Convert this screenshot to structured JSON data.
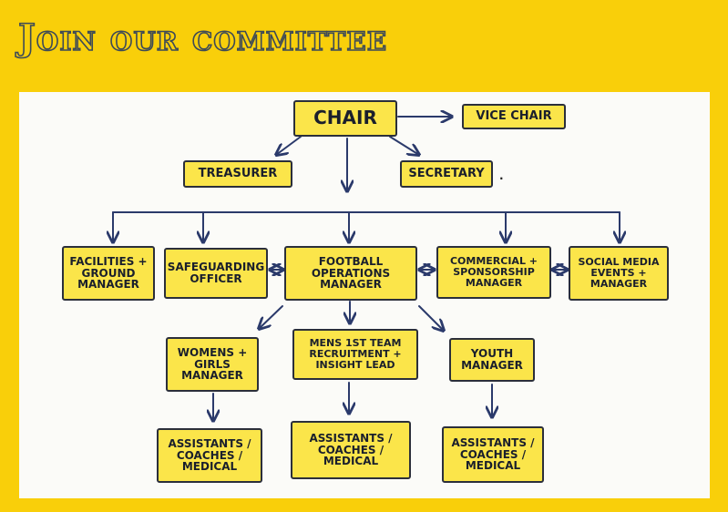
{
  "header": {
    "title": "Join our committee"
  },
  "nodes": {
    "chair": "CHAIR",
    "vice_chair": "VICE CHAIR",
    "treasurer": "TREASURER",
    "secretary": "SECRETARY",
    "facilities": "FACILITIES +\nGROUND\nMANAGER",
    "safeguarding": "SAFEGUARDING\nOFFICER",
    "football_ops": "FOOTBALL\nOPERATIONS\nMANAGER",
    "commercial": "COMMERCIAL +\nSPONSORSHIP\nMANAGER",
    "social_media": "SOCIAL MEDIA\nEVENTS +\nMANAGER",
    "womens": "WOMENS +\nGIRLS\nMANAGER",
    "mens": "MENS 1ST TEAM\nRECRUITMENT +\nINSIGHT LEAD",
    "youth": "YOUTH\nMANAGER",
    "assist_1": "ASSISTANTS /\nCOACHES /\nMEDICAL",
    "assist_2": "ASSISTANTS /\nCOACHES /\nMEDICAL",
    "assist_3": "ASSISTANTS /\nCOACHES /\nMEDICAL"
  },
  "colors": {
    "background": "#f9cf0a",
    "panel": "#fbfbf8",
    "box_fill": "#fbe54a",
    "ink": "#2b3a6b"
  }
}
